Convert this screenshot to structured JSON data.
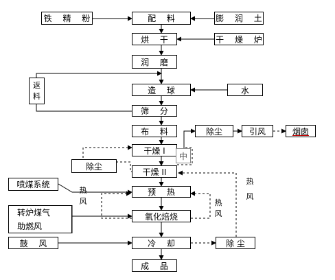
{
  "nodes": {
    "iron_powder": "铁 精 粉",
    "batching": "配  料",
    "bentonite": "膨 润 土",
    "drying": "烘  干",
    "dryer": "干 燥 炉",
    "wet_grinding": "润  磨",
    "return_material": "返料",
    "pelletizing": "造  球",
    "water": "水",
    "screening": "筛  分",
    "distribution": "布  料",
    "dedust_top": "除尘",
    "induced_draft": "引风",
    "chimney": "烟囱",
    "drying_1": "干燥 I",
    "drying_2": "干燥 II",
    "dedust_left": "除尘",
    "coal_injection": "喷煤系统",
    "preheating": "预  热",
    "converter_gas": "转炉煤气",
    "combustion_air": "助燃风",
    "oxidation_roasting": "氧化焙烧",
    "blower": "鼓  风",
    "cooling": "冷  却",
    "dedust_bottom": "除 尘",
    "product": "成  品"
  },
  "labels": {
    "hot_air_1": "热风",
    "hot_air_2": "热风",
    "hot_air_3": "热风",
    "mid_mark": "中"
  }
}
